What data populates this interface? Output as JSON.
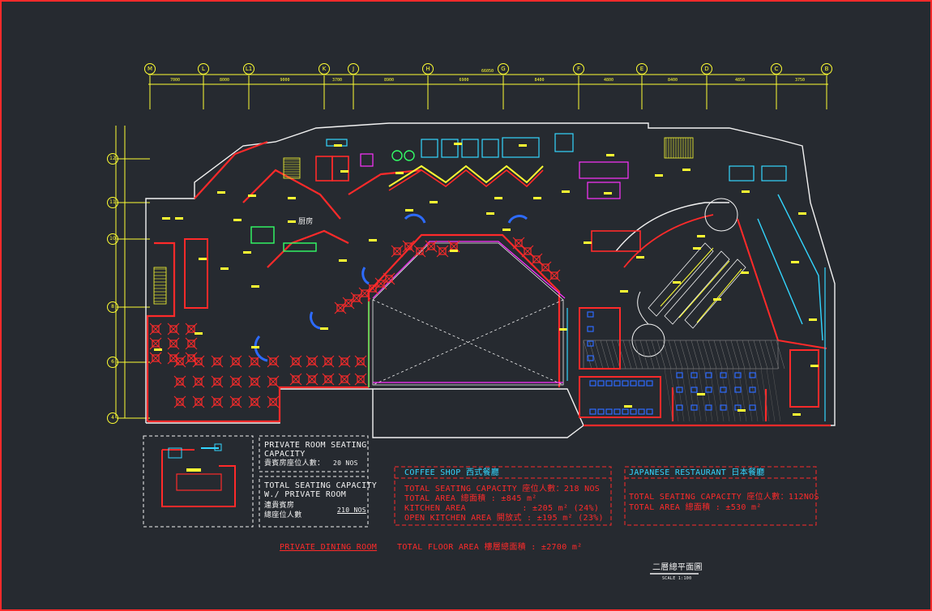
{
  "plan": {
    "grid_columns": [
      "M",
      "L",
      "L1",
      "K",
      "J",
      "H",
      "G",
      "F",
      "E",
      "D",
      "C",
      "B"
    ],
    "grid_rows": [
      "12",
      "11",
      "10",
      "8",
      "6",
      "4"
    ],
    "top_dimensions": [
      "7000",
      "8000",
      "9000",
      "3700",
      "8900",
      "6900",
      "8400",
      "4800",
      "8400",
      "4850",
      "3750"
    ],
    "overall_dimension": "66050",
    "kitchen_label": "厨房"
  },
  "private_room_capacity": {
    "title_line1": "PRIVATE ROOM SEATING",
    "title_line2": "CAPACITY",
    "label_cn": "貴賓房座位人數：",
    "value": "20 NOS"
  },
  "total_capacity": {
    "title_line1": "TOTAL SEATING CAPACITY",
    "title_line2": "W./ PRIVATE ROOM",
    "label_cn_1": "連貴賓房",
    "label_cn_2": "總座位人數",
    "value": "210 NOS"
  },
  "coffee_shop": {
    "title": "COFFEE SHOP  西式餐廳",
    "line1": "TOTAL SEATING CAPACITY 座位人數：218 NOS",
    "line2": "TOTAL AREA 總面積 : ±845 m²",
    "line3": "KITCHEN AREA           : ±205 m² (24%)",
    "line4": "OPEN KITCHEN AREA 開放式 : ±195 m² (23%)"
  },
  "japanese_restaurant": {
    "title": "JAPANESE RESTAURANT  日本餐廳",
    "line1": "TOTAL SEATING CAPACITY 座位人數：112NOS",
    "line2": "TOTAL AREA 總面積 : ±530 m²"
  },
  "private_dining_label": "PRIVATE DINING ROOM",
  "total_floor_area": "TOTAL FLOOR AREA 樓層總面積 : ±2700 m²",
  "drawing_title": "二層總平面圖",
  "scale": "SCALE 1:100",
  "colors": {
    "background": "#262a30",
    "wall_red": "#ff2a2a",
    "line_white": "#f2f2f2",
    "grid_yellow": "#ffff33",
    "accent_cyan": "#33d6ff",
    "accent_blue": "#2d6bff",
    "accent_green": "#33ff66",
    "accent_magenta": "#ff33ff"
  }
}
